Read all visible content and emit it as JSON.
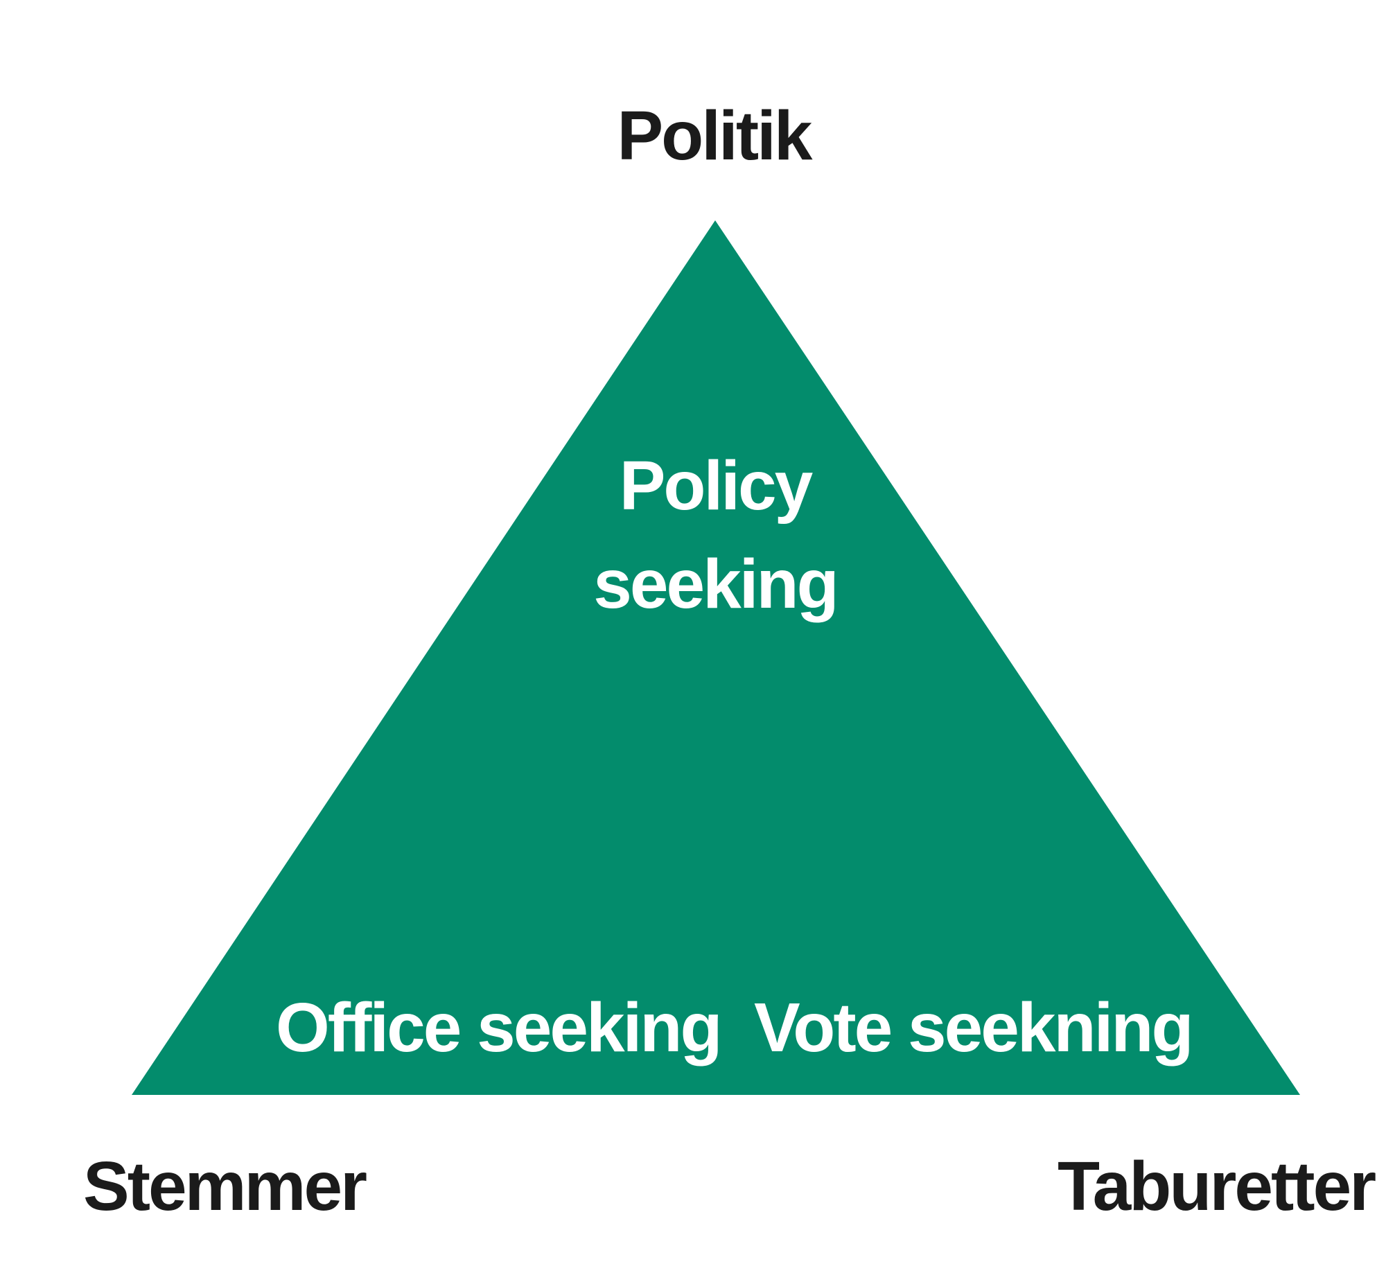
{
  "vertices": {
    "top": "Politik",
    "bottom_left": "Stemmer",
    "bottom_right": "Taburetter"
  },
  "inside": {
    "top_line1": "Policy",
    "top_line2": "seeking",
    "bottom_left": "Office seeking",
    "bottom_right": "Vote seekning"
  },
  "colors": {
    "triangle": "#038c6c",
    "outer_text": "#1b1b1b",
    "inner_text": "#ffffff"
  }
}
